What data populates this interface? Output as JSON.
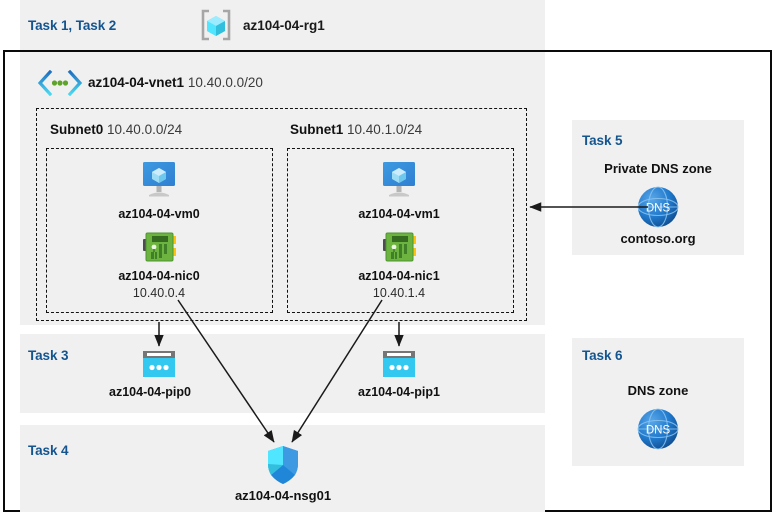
{
  "diagram": {
    "title_bar": {
      "task_label": "Task 1, Task 2",
      "resource_group_name": "az104-04-rg1",
      "resource_group_icon": "resource-group-icon"
    },
    "vnet": {
      "name": "az104-04-vnet1",
      "cidr": "10.40.0.0/20",
      "icon": "virtual-network-icon"
    },
    "subnets": [
      {
        "name": "Subnet0",
        "cidr": "10.40.0.0/24",
        "vm": {
          "name": "az104-04-vm0",
          "icon": "virtual-machine-icon"
        },
        "nic": {
          "name": "az104-04-nic0",
          "ip": "10.40.0.4",
          "icon": "network-interface-icon"
        }
      },
      {
        "name": "Subnet1",
        "cidr": "10.40.1.0/24",
        "vm": {
          "name": "az104-04-vm1",
          "icon": "virtual-machine-icon"
        },
        "nic": {
          "name": "az104-04-nic1",
          "ip": "10.40.1.4",
          "icon": "network-interface-icon"
        }
      }
    ],
    "public_ips": [
      {
        "task_label": "Task 3",
        "name": "az104-04-pip0",
        "icon": "public-ip-address-icon"
      },
      {
        "name": "az104-04-pip1",
        "icon": "public-ip-address-icon"
      }
    ],
    "nsg": {
      "task_label": "Task 4",
      "name": "az104-04-nsg01",
      "icon": "network-security-group-shield-icon"
    },
    "private_dns_zone": {
      "task_label": "Task 5",
      "title": "Private DNS zone",
      "domain": "contoso.org",
      "icon": "dns-globe-icon",
      "icon_text": "DNS"
    },
    "dns_zone": {
      "task_label": "Task 6",
      "title": "DNS zone",
      "icon": "dns-globe-icon",
      "icon_text": "DNS"
    },
    "colors": {
      "task_blue": "#14558f",
      "panel_gray": "#f0f0f0",
      "azure_blue": "#0078d4",
      "cyan": "#32c8f0",
      "nic_green": "#6aab3e",
      "dns_blue": "#1f6fc4"
    }
  }
}
